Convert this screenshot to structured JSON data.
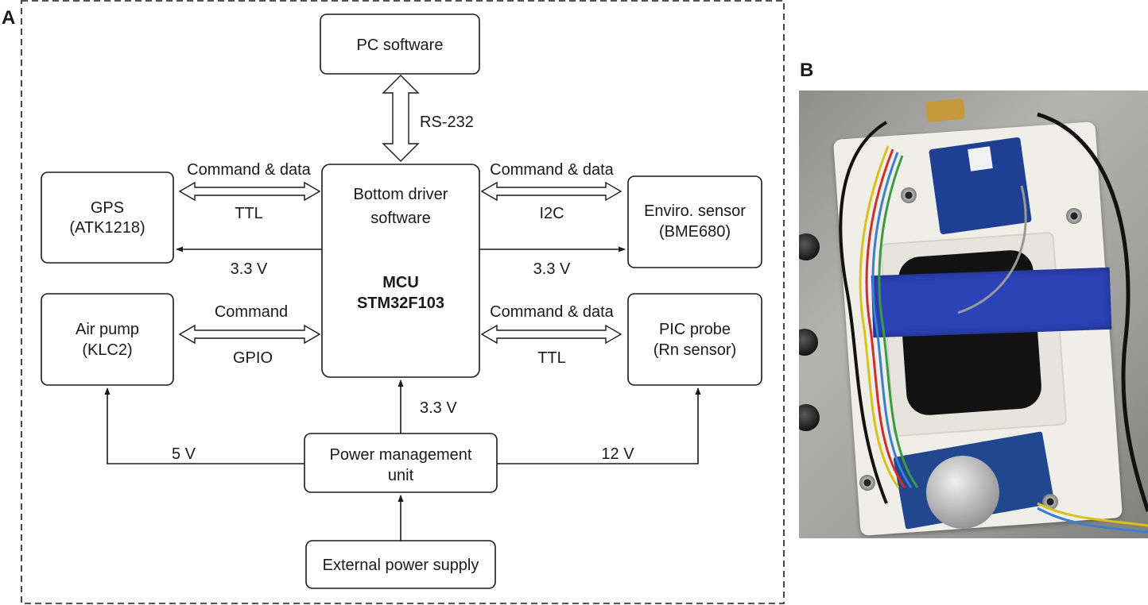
{
  "panels": {
    "a_label": "A",
    "b_label": "B"
  },
  "boxes": {
    "pc_software": "PC software",
    "gps": [
      "GPS",
      "(ATK1218)"
    ],
    "mcu": [
      "Bottom driver",
      "software",
      "MCU",
      "STM32F103"
    ],
    "enviro_sensor": [
      "Enviro. sensor",
      "(BME680)"
    ],
    "air_pump": [
      "Air pump",
      "(KLC2)"
    ],
    "pic_probe": [
      "PIC probe",
      "(Rn sensor)"
    ],
    "power_unit": [
      "Power management",
      "unit"
    ],
    "external_power": "External power supply"
  },
  "links": {
    "rs232": "RS-232",
    "gps_top": "Command & data",
    "gps_bottom": "TTL",
    "enviro_top": "Command & data",
    "enviro_bottom": "I2C",
    "pump_top": "Command",
    "pump_bottom": "GPIO",
    "pic_top": "Command & data",
    "pic_bottom": "TTL",
    "gps_power": "3.3 V",
    "enviro_power": "3.3 V",
    "mcu_power": "3.3 V",
    "pump_power": "5 V",
    "pic_power": "12 V"
  },
  "photo": {
    "description_icon": "photo-of-sensor-assembly"
  },
  "colors": {
    "line": "#1a1a1a",
    "tape": "#2c43b8",
    "board": "#efeee9"
  }
}
